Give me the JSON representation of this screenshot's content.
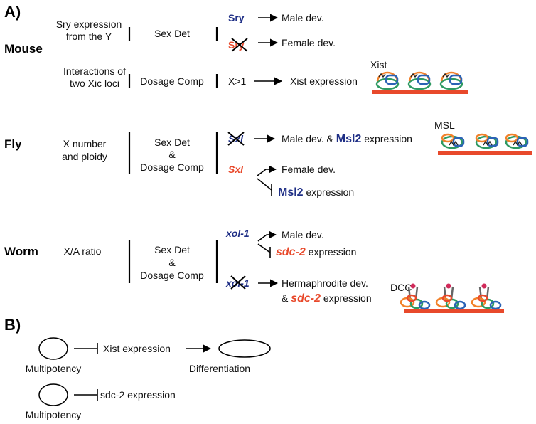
{
  "panels": {
    "a": "A)",
    "b": "B)"
  },
  "colors": {
    "blue": "#1f2f86",
    "red": "#e8492b",
    "green": "#2e9a62",
    "orange": "#f2812a",
    "chromosome": "#e8492b"
  },
  "mouse": {
    "organism": "Mouse",
    "row1_signal_l1": "Sry expression",
    "row1_signal_l2": "from the Y",
    "row1_process": "Sex Det",
    "sry_on": "Sry",
    "sry_off": "Sry",
    "male_outcome": "Male dev.",
    "female_outcome": "Female dev.",
    "row2_signal_l1": "Interactions of",
    "row2_signal_l2": "two Xic loci",
    "row2_process": "Dosage Comp",
    "xcount": "X>1",
    "xist_outcome": "Xist expression",
    "complex_label": "Xist"
  },
  "fly": {
    "organism": "Fly",
    "signal_l1": "X number",
    "signal_l2": "and ploidy",
    "process_l1": "Sex Det",
    "process_l2": "&",
    "process_l3": "Dosage Comp",
    "sxl_off": "Sxl",
    "sxl_on": "Sxl",
    "male_outcome": "Male dev. & ",
    "msl2": "Msl2",
    "expr": " expression",
    "female_outcome": "Female dev.",
    "complex_label": "MSL"
  },
  "worm": {
    "organism": "Worm",
    "signal": "X/A ratio",
    "process_l1": "Sex Det",
    "process_l2": "&",
    "process_l3": "Dosage Comp",
    "xol_on": "xol-1",
    "xol_off": "xol-1",
    "male_outcome": "Male dev.",
    "sdc2": "sdc-2",
    "expr": " expression",
    "herm_outcome": "Hermaphrodite dev.",
    "amp": "& ",
    "complex_label": "DCC"
  },
  "panel_b": {
    "row1_cell": "Multipotency",
    "row1_target": "Xist expression",
    "row1_result": "Differentiation",
    "row2_cell": "Multipotency",
    "row2_target": "sdc-2 expression"
  }
}
